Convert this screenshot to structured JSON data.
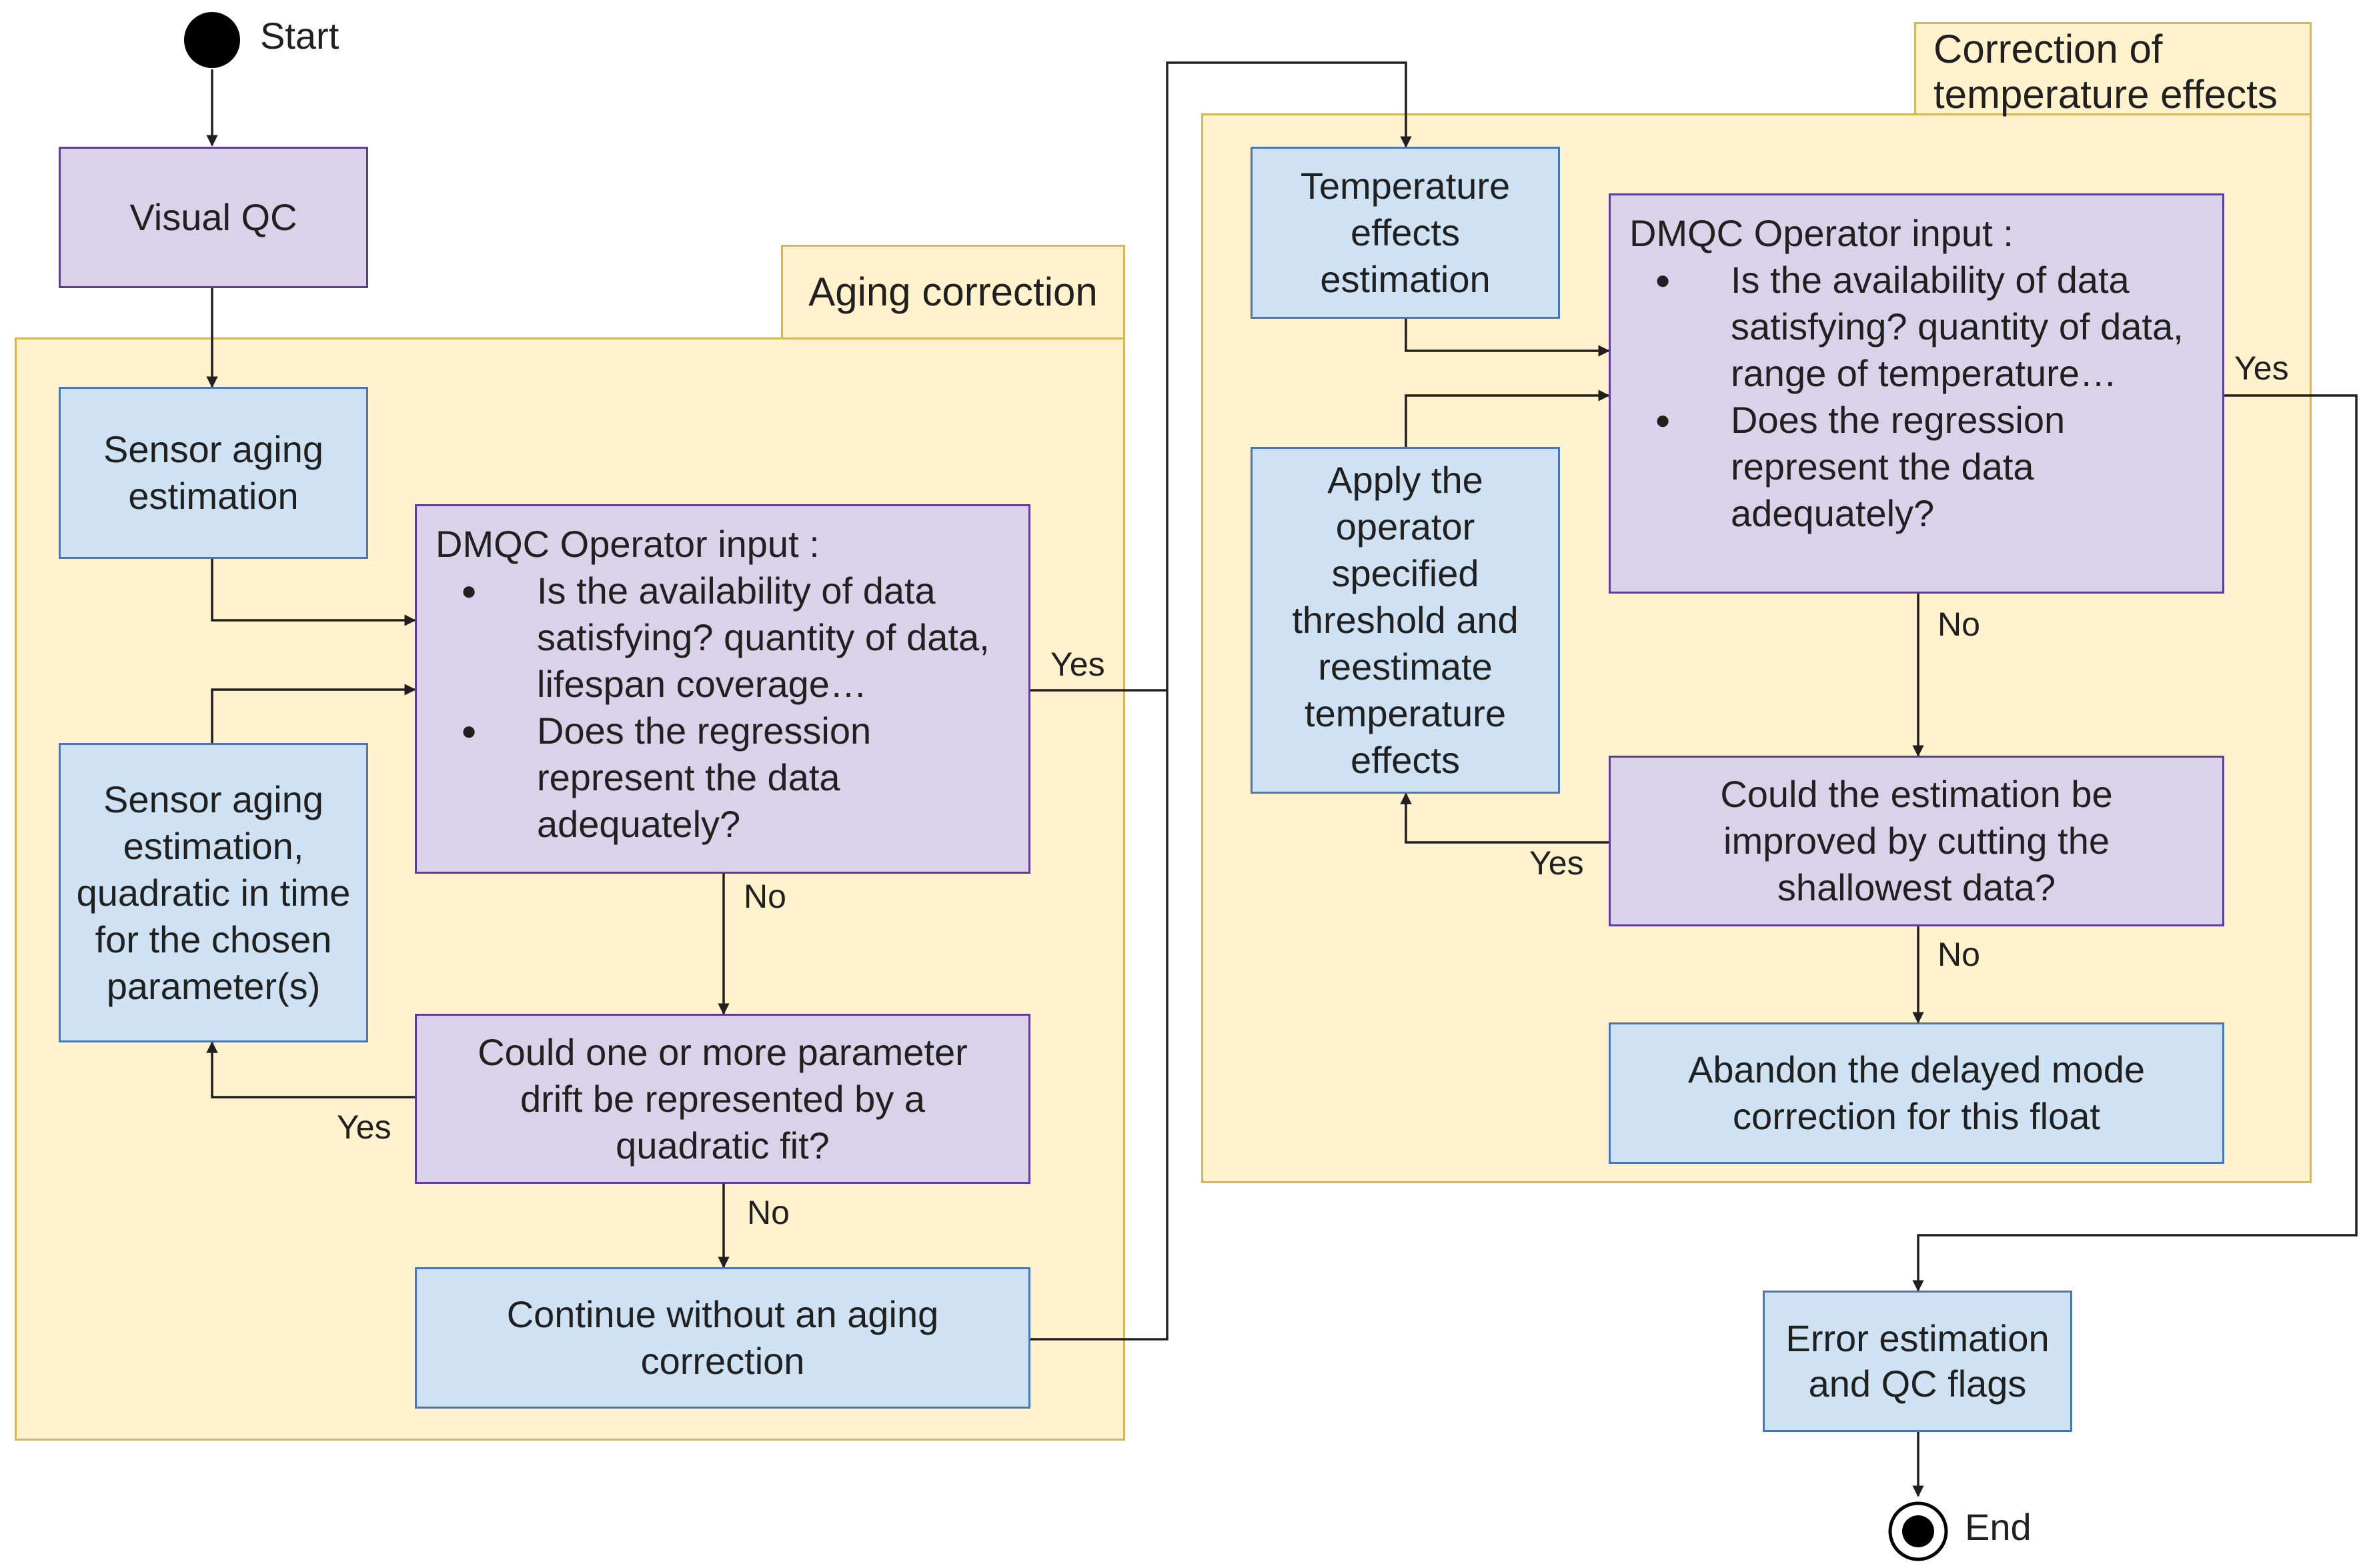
{
  "start_label": "Start",
  "end_label": "End",
  "groups": {
    "aging": {
      "title": "Aging correction"
    },
    "temperature": {
      "title": "Correction of temperature effects"
    }
  },
  "nodes": {
    "visual_qc": "Visual QC",
    "sensor_aging_estimation": "Sensor aging estimation",
    "aging_operator_input": {
      "title": "DMQC Operator input :",
      "bullets": [
        "Is the availability of data satisfying? quantity of data, lifespan coverage…",
        "Does the regression represent the data adequately?"
      ]
    },
    "quadratic_estimation": "Sensor aging estimation, quadratic in time for the chosen parameter(s)",
    "quadratic_fit_question": "Could one or more parameter drift be represented by a quadratic fit?",
    "continue_without_aging": "Continue without an aging correction",
    "temperature_effects_estimation": "Temperature effects estimation",
    "temperature_operator_input": {
      "title": "DMQC Operator input :",
      "bullets": [
        "Is the availability of data satisfying? quantity of data, range of temperature…",
        "Does the regression represent the data adequately?"
      ]
    },
    "apply_threshold": "Apply the operator specified threshold and reestimate temperature effects",
    "cut_shallow_question": "Could the estimation be improved by cutting the shallowest data?",
    "abandon_correction": "Abandon the delayed mode correction for this float",
    "error_estimation": "Error estimation and QC flags"
  },
  "edge_labels": {
    "aging_yes": "Yes",
    "aging_no": "No",
    "quadratic_yes": "Yes",
    "quadratic_no": "No",
    "temp_yes": "Yes",
    "temp_no": "No",
    "cut_yes": "Yes",
    "cut_no": "No"
  },
  "colors": {
    "process_fill": "#cfe2f3",
    "process_border": "#4a76b8",
    "decision_fill": "#d9d2e9",
    "decision_border": "#5e3c99",
    "group_fill": "#fff2cc",
    "group_border": "#d6b656",
    "connector": "#202020"
  }
}
